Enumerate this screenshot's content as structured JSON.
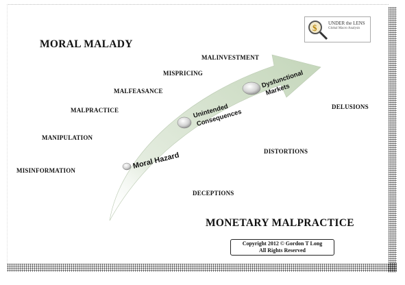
{
  "headings": {
    "top_left": "MORAL MALADY",
    "bottom_right": "MONETARY MALPRACTICE"
  },
  "left_terms": [
    "MALINVESTMENT",
    "MISPRICING",
    "MALFEASANCE",
    "MALPRACTICE",
    "MANIPULATION",
    "MISINFORMATION"
  ],
  "right_terms": [
    "DELUSIONS",
    "DISTORTIONS",
    "DECEPTIONS"
  ],
  "stages": {
    "moral_hazard": "Moral Hazard",
    "unintended_line1": "Unintended",
    "unintended_line2": "Consequences",
    "dysfunctional_line1": "Dysfunctional",
    "dysfunctional_line2": "Markets"
  },
  "logo": {
    "line1": "UNDER the LENS",
    "line2": "Global Macro Analysis"
  },
  "copyright": {
    "line1": "Copyright 2012 © Gordon T Long",
    "line2": "All Rights Reserved"
  },
  "colors": {
    "arrow_fill": "#c9d9c0",
    "arrow_light": "#eef3ea",
    "dot_shadow": "#333333"
  }
}
